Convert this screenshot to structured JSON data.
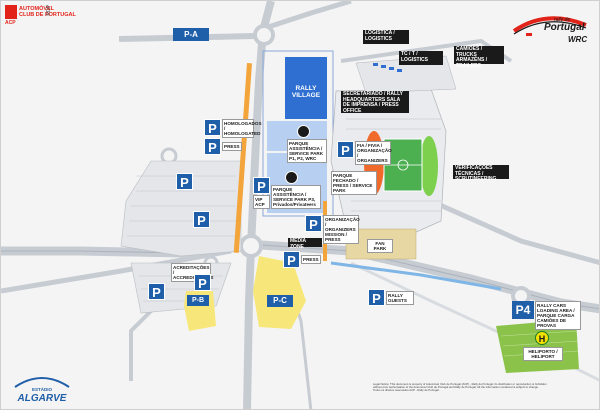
{
  "header": {
    "organizer_line1": "AUTOMÓVEL",
    "organizer_line2": "CLUB DE PORTUGAL",
    "organizer_code": "ACP",
    "side_code": "RDP",
    "event_brand_line1": "rally de",
    "event_brand_line2": "Portugal",
    "series_mark": "WRC"
  },
  "parking": {
    "pa": "P-A",
    "pb": "P-B",
    "pc": "P-C",
    "p4": "P4",
    "p_symbol": "P"
  },
  "labels": {
    "rally_village": "RALLY VILLAGE",
    "logistics": "LOGISTICA / LOGISTICS",
    "tc_logistics": "TC / T / LOGISTICS",
    "camioes": "CAMIÕES / TRUCKS ARMAZÉNS / TRAILERS",
    "secretariado": "SECRETARIADO / RALLY HEADQUARTERS SALA DE IMPRENSA / PRESS OFFICE",
    "parque_assistencia": "PARQUE ASSISTÊNCIA / SERVICE PARK P1, P2, WRC",
    "homologados": "HOMOLOGADOS / HOMOLOGATED",
    "press": "PRESS",
    "vip_acp": "VIP ACP",
    "fia_organization": "FIA / FIVIA / ORGANIZAÇÃO / ORGANIZERS",
    "verificacoes": "VERIFICAÇÕES TÉCNICAS / SCRUTINEERING",
    "parque_fechado": "PARQUE FECHADO / PRESS / SERVICE PARK",
    "parque_service": "PARQUE ASSISTÊNCIA / SERVICE PARK P3, Privados/Privateers",
    "organizacao": "ORGANIZAÇÃO / ORGANIZERS MISSION / PRESS",
    "media_zone": "MEDIA ZONE",
    "fan_park": "FAN PARK",
    "acreditacoes": "ACREDITAÇÕES / ACCREDITATIONS",
    "press2": "PRESS",
    "rally_guests": "RALLY GUESTS",
    "p4_desc": "RALLY CARS LOADING AREA / PARQUE CARGA CAMIÕES DE PROVAS",
    "heliporto": "HELIPORTO / HELIPORT"
  },
  "footer": {
    "venue_line1": "ESTÁDIO",
    "venue_line2": "ALGARVE",
    "note_line1": "Legal Notice: This document is property of Automóvel Club de Portugal (ACP) - Rally de Portugal. Its distribution or reproduction is forbidden",
    "note_line2": "without prior authorisation of the Automóvel Club de Portugal and Rally de Portugal. All the information contained is subject to change.",
    "note_line3": "Todos os direitos reservados ACP - Rally de Portugal."
  },
  "colors": {
    "road": "#c7ccd3",
    "park_blue": "#1f5ea8",
    "dark_label": "#1a1a1a",
    "yellow_parking": "#f7e77a",
    "orange_track": "#f3a43a",
    "pitch_green": "#4caf50",
    "accent_red": "#e2231a"
  }
}
